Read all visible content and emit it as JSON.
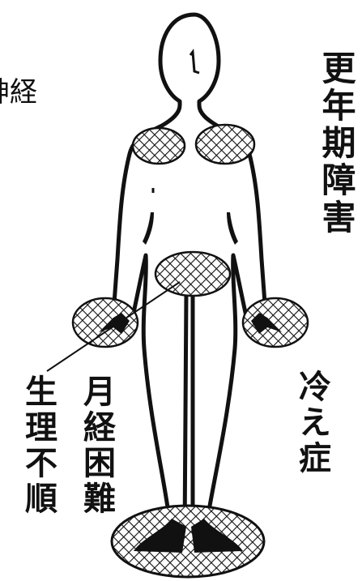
{
  "labels": {
    "top_left_fragment": "神経",
    "menopause": "更年期障害",
    "irregular_period": "生理不順",
    "dysmenorrhea": "月経困難",
    "cold_sensitivity": "冷え症"
  },
  "colors": {
    "outline": "#111111",
    "hatch": "#111111",
    "background": "#ffffff"
  }
}
